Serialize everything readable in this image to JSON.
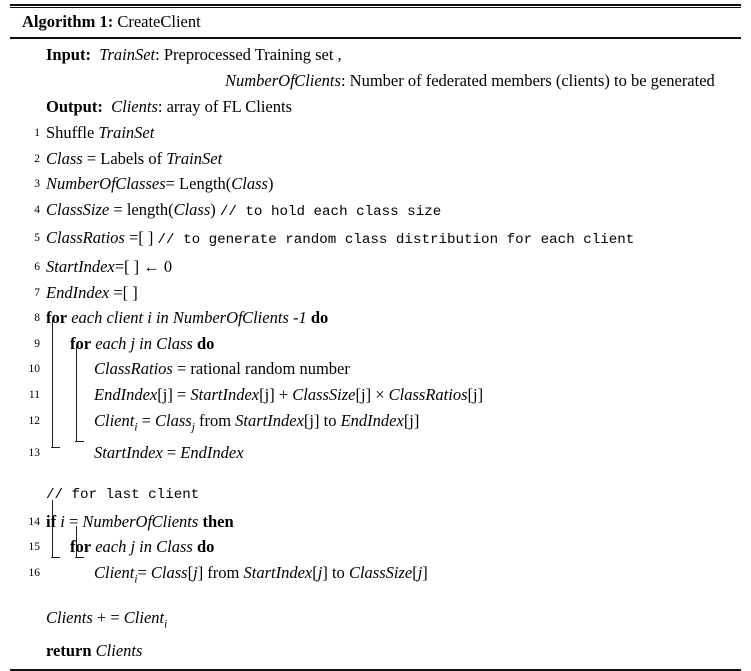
{
  "document": {
    "type": "algorithm-float",
    "caption_label": "Algorithm 1:",
    "caption_title": "CreateClient"
  },
  "io": {
    "input_label": "Input:",
    "input_lines": [
      "TrainSet: Preprocessed Training set ,",
      "NumberOfClients: Number of federated members (clients) to be generated"
    ],
    "output_label": "Output:",
    "output_line": "Clients: array of FL Clients"
  },
  "lines": [
    {
      "num": "1",
      "indent": 0,
      "text": "Shuffle TrainSet"
    },
    {
      "num": "2",
      "indent": 0,
      "text": "Class = Labels of TrainSet"
    },
    {
      "num": "3",
      "indent": 0,
      "text": "NumberOfClasses= Length(Class)"
    },
    {
      "num": "4",
      "indent": 0,
      "text": "ClassSize = length(Class) // to hold each class size"
    },
    {
      "num": "5",
      "indent": 0,
      "text": "ClassRatios =[ ] // to generate random class distribution for each client"
    },
    {
      "num": "6",
      "indent": 0,
      "text": "StartIndex=[ ] ← 0"
    },
    {
      "num": "7",
      "indent": 0,
      "text": "EndIndex =[ ]"
    },
    {
      "num": "8",
      "indent": 0,
      "text": "for each client i in NumberOfClients -1 do"
    },
    {
      "num": "9",
      "indent": 1,
      "text": "for each j in Class do"
    },
    {
      "num": "10",
      "indent": 2,
      "text": "ClassRatios = rational random number"
    },
    {
      "num": "11",
      "indent": 2,
      "text": "EndIndex[j] = StartIndex[j] + ClassSize[j] × ClassRatios[j]"
    },
    {
      "num": "12",
      "indent": 2,
      "text": "Client_i = Class_j from StartIndex[j] to EndIndex[j]"
    },
    {
      "num": "13",
      "indent": 2,
      "text": "StartIndex = EndIndex"
    },
    {
      "num": "",
      "indent": 0,
      "text": "// for last client"
    },
    {
      "num": "14",
      "indent": 0,
      "text": "if i = NumberOfClients then"
    },
    {
      "num": "15",
      "indent": 1,
      "text": "for each j in Class do"
    },
    {
      "num": "16",
      "indent": 2,
      "text": "Client_i= Class[j] from StartIndex[j] to ClassSize[j]"
    },
    {
      "num": "",
      "indent": 0,
      "text": "Clients + = Client_i"
    },
    {
      "num": "",
      "indent": 0,
      "text": "return Clients"
    }
  ],
  "colors": {
    "rule": "#111111",
    "text": "#000000",
    "background": "#ffffff",
    "indent_bar": "#222222"
  }
}
